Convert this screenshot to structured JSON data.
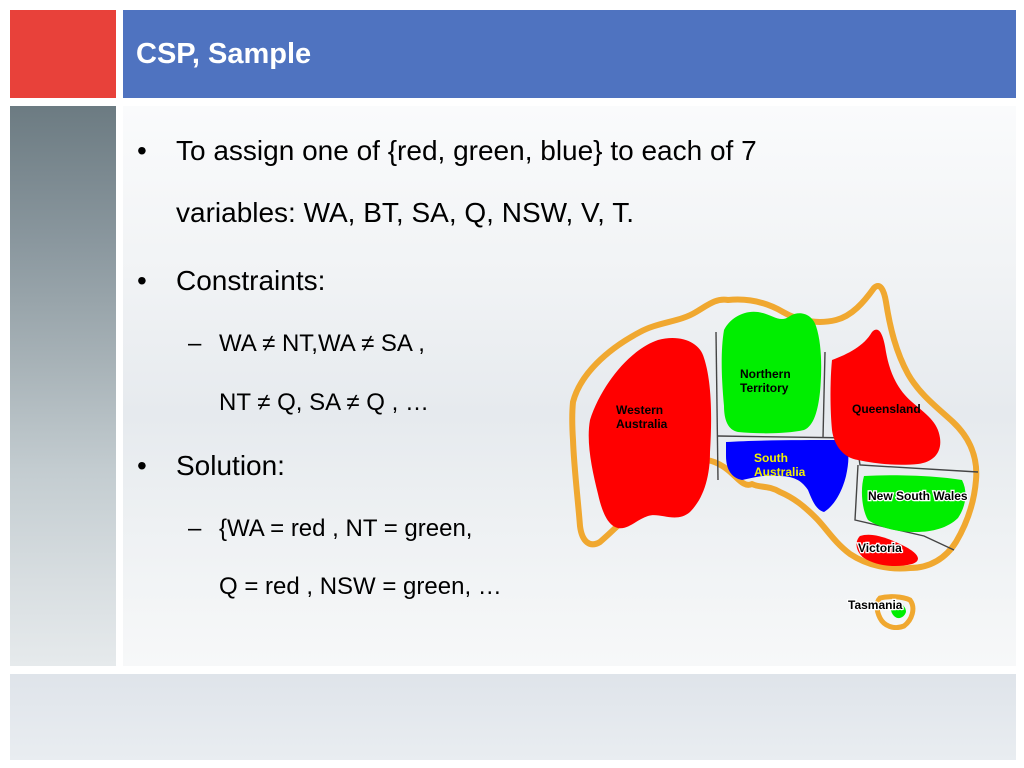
{
  "slide": {
    "title": "CSP, Sample",
    "bullets": [
      {
        "mark": "•",
        "lines": [
          "To assign one of {red, green, blue} to each of 7",
          "variables: WA, BT, SA, Q, NSW, V, T."
        ]
      },
      {
        "mark": "•",
        "lines": [
          "Constraints:"
        ]
      },
      {
        "mark": "•",
        "lines": [
          "Solution:"
        ]
      }
    ],
    "constraints": {
      "mark": "–",
      "lines": [
        "WA ≠ NT,WA ≠ SA ,",
        "NT ≠ Q, SA ≠ Q , …"
      ]
    },
    "solution": {
      "mark": "–",
      "lines": [
        "{WA = red , NT = green,",
        "Q = red , NSW = green, …"
      ]
    }
  },
  "map": {
    "regions": {
      "western_australia": {
        "label_lines": [
          "Western",
          "Australia"
        ],
        "color": "#ff0000"
      },
      "northern_territory": {
        "label_lines": [
          "Northern",
          "Territory"
        ],
        "color": "#00ee00"
      },
      "south_australia": {
        "label_lines": [
          "South",
          "Australia"
        ],
        "color": "#0000ff"
      },
      "queensland": {
        "label_lines": [
          "Queensland"
        ],
        "color": "#ff0000"
      },
      "new_south_wales": {
        "label_lines": [
          "New South Wales"
        ],
        "color": "#00ee00"
      },
      "victoria": {
        "label_lines": [
          "Victoria"
        ],
        "color": "#ff0000"
      },
      "tasmania": {
        "label_lines": [
          "Tasmania"
        ],
        "color": "#00ee00"
      }
    },
    "outline_color": "#f0a830"
  },
  "colors": {
    "title_bar": "#4f73c0",
    "accent_block": "#e8413a",
    "title_text": "#ffffff"
  }
}
